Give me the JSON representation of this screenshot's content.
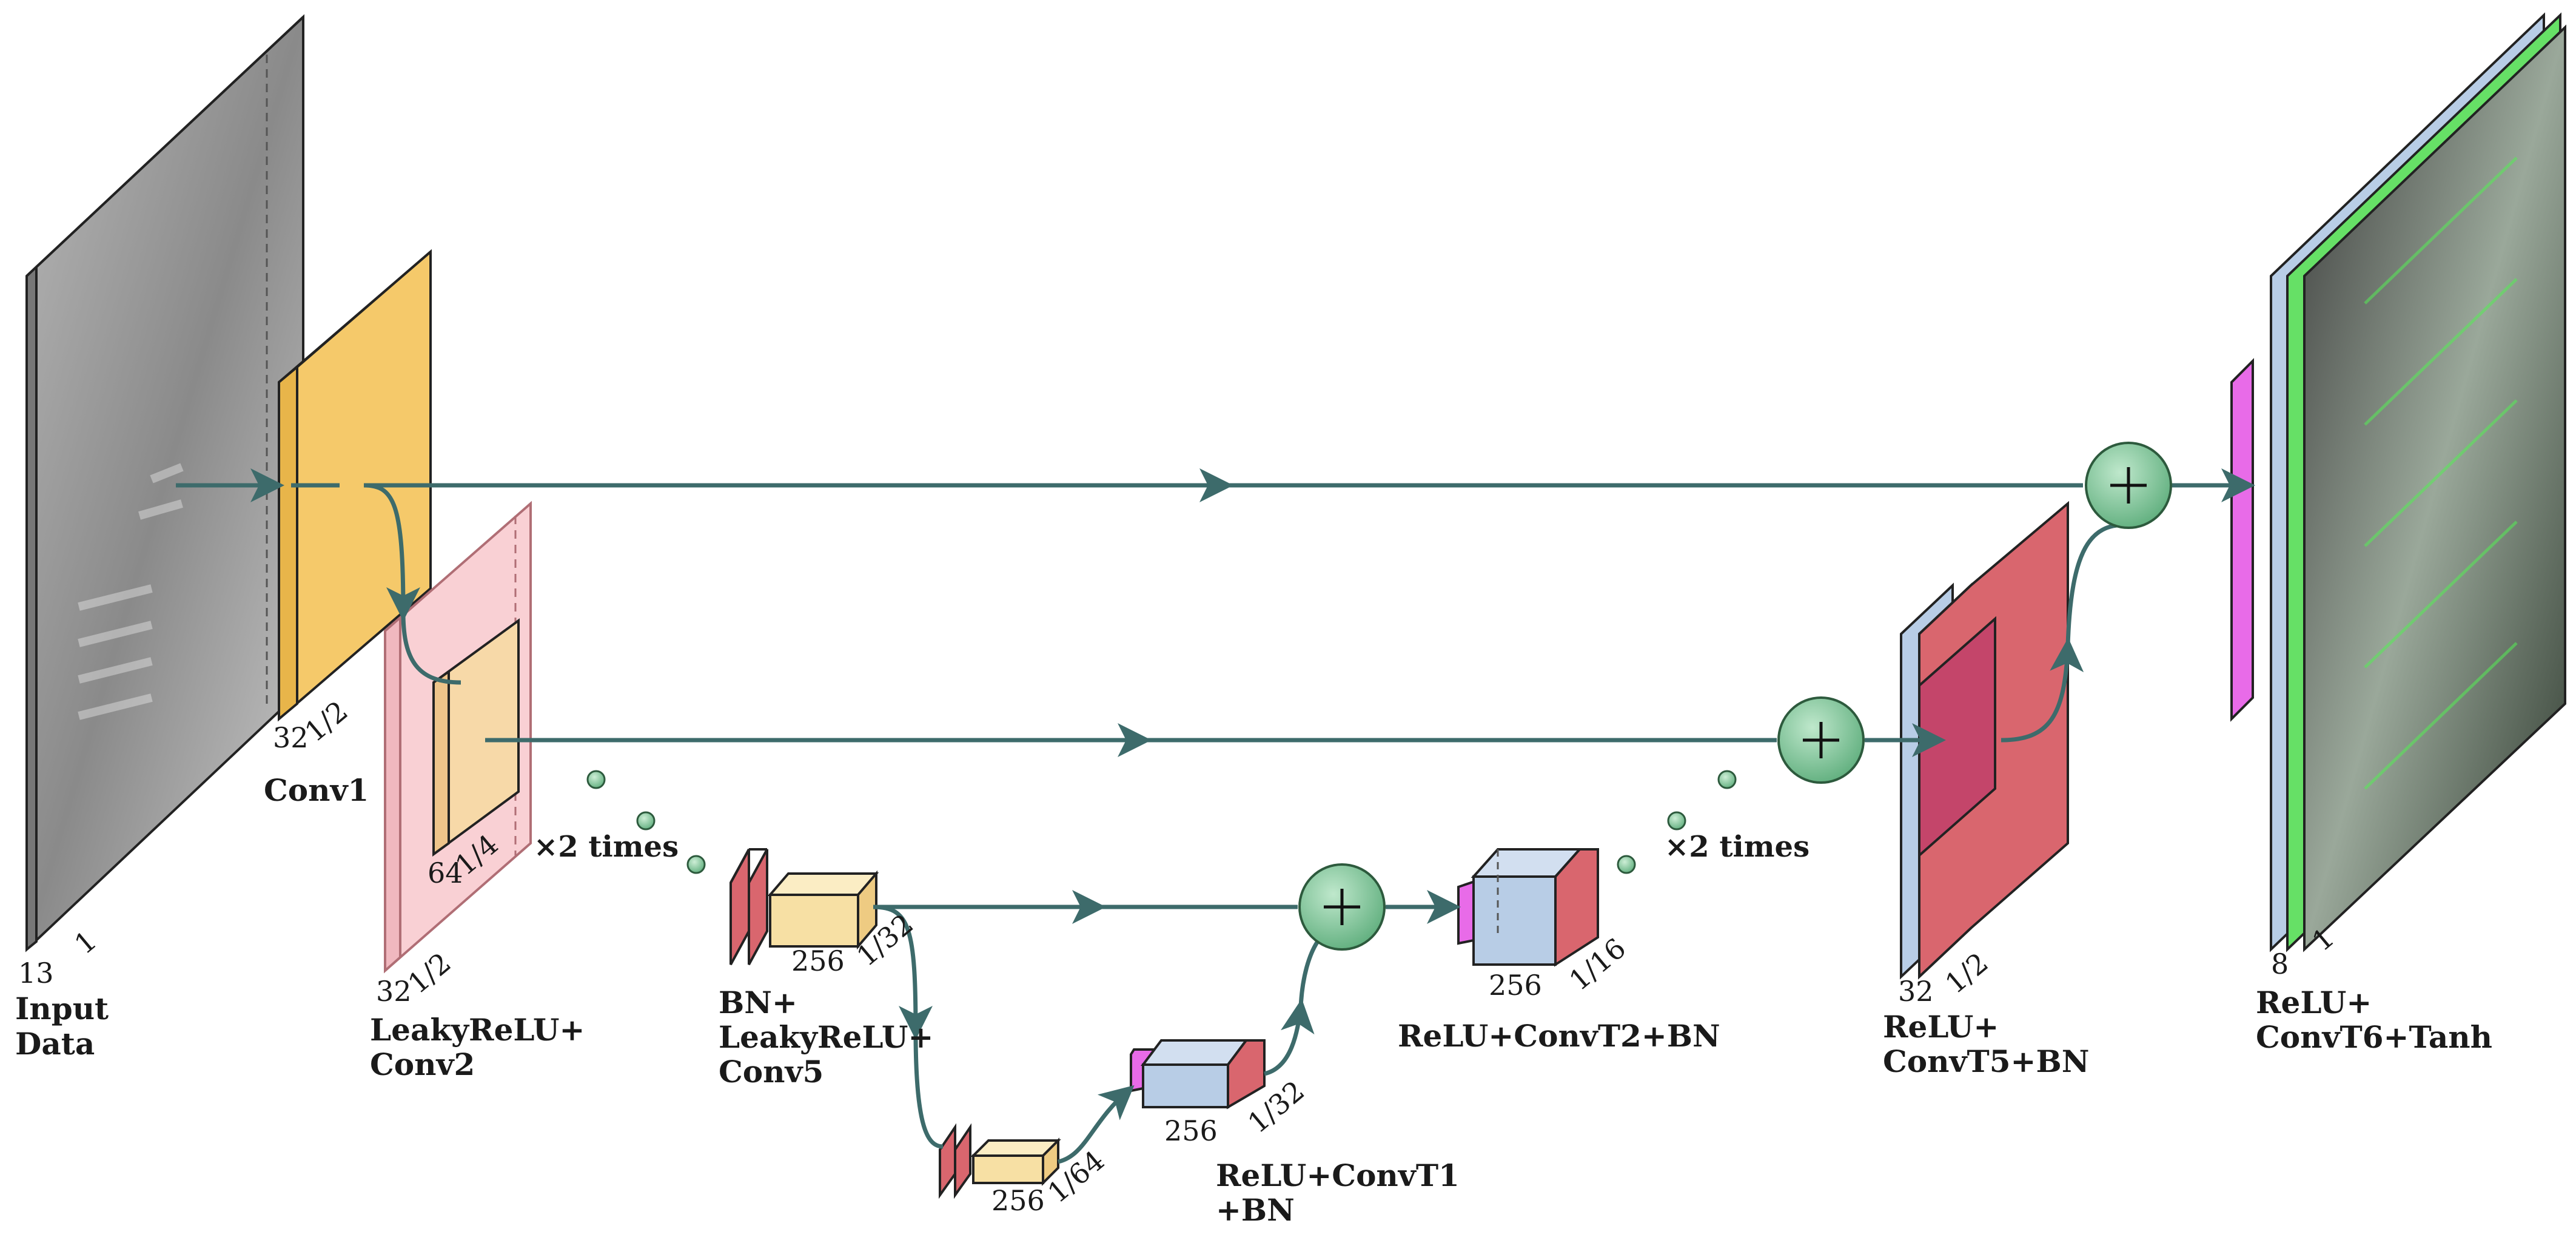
{
  "colors": {
    "arrow": "#3d6b6b",
    "sum_node": "#7fc79a",
    "conv_yellow": "#f5c96a",
    "leaky_pink": "#f9d0d4",
    "bn_red": "#d9666e",
    "convT_blue": "#b8cde6",
    "magenta": "#e86be8",
    "green_out": "#66e066",
    "gray_input": "#9a9a9a"
  },
  "icons": {
    "sum": "plus-circle-icon",
    "arrow": "arrow-head-icon",
    "dots": "ellipsis-dots-icon"
  },
  "labels": {
    "input": [
      "Input",
      "Data"
    ],
    "conv1": "Conv1",
    "leaky_conv2": [
      "LeakyReLU+",
      "Conv2"
    ],
    "bn_leaky_conv5": [
      "BN+",
      "LeakyReLU+",
      "Conv5"
    ],
    "relu_convT1": [
      "ReLU+ConvT1",
      "+BN"
    ],
    "relu_convT2": "ReLU+ConvT2+BN",
    "relu_convT5": [
      "ReLU+",
      "ConvT5+BN"
    ],
    "relu_convT6": [
      "ReLU+",
      "ConvT6+Tanh"
    ],
    "repeat_left": "×2 times",
    "repeat_right": "×2 times"
  },
  "dims": {
    "input_c": "13",
    "input_s": "1",
    "conv1_c": "32",
    "conv1_s": "1/2",
    "conv2_c": "32",
    "conv2_s": "1/2",
    "inner_c": "64",
    "inner_s": "1/4",
    "conv5_c": "256",
    "conv5_s": "1/32",
    "bottom_c": "256",
    "bottom_s": "1/64",
    "convT1_c": "256",
    "convT1_s": "1/32",
    "convT2_c": "256",
    "convT2_s": "1/16",
    "convT5_c": "32",
    "convT5_s": "1/2",
    "out_c": "8",
    "out_s": "1"
  }
}
